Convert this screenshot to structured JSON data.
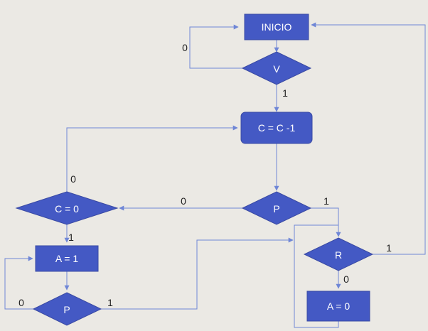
{
  "colors": {
    "node_fill": "#4459c4",
    "node_stroke": "#3a4aa3",
    "edge": "#6f86d6",
    "background": "#ebe9e4"
  },
  "nodes": {
    "inicio": {
      "label": "INICIO",
      "shape": "rect"
    },
    "v": {
      "label": "V",
      "shape": "diamond"
    },
    "c_minus": {
      "label": "C = C -1",
      "shape": "rounded-rect"
    },
    "p_top": {
      "label": "P",
      "shape": "diamond"
    },
    "c_zero": {
      "label": "C = 0",
      "shape": "diamond"
    },
    "a_one": {
      "label": "A = 1",
      "shape": "rect"
    },
    "p_bottom": {
      "label": "P",
      "shape": "diamond"
    },
    "r": {
      "label": "R",
      "shape": "diamond"
    },
    "a_zero": {
      "label": "A = 0",
      "shape": "rect"
    }
  },
  "edge_labels": {
    "v_false": "0",
    "v_true": "1",
    "czero_false": "0",
    "czero_true": "1",
    "ptop_false": "0",
    "ptop_true": "1",
    "r_true": "1",
    "r_false": "0",
    "pbottom_false": "0",
    "pbottom_true": "1"
  }
}
